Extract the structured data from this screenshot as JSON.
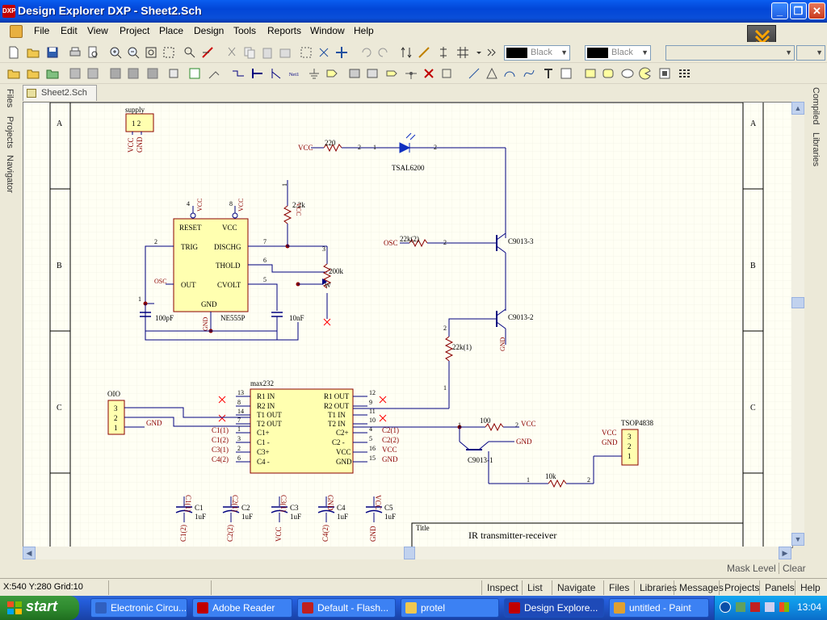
{
  "window": {
    "app_icon_text": "DXP",
    "title": "Design Explorer DXP - Sheet2.Sch",
    "minimize": "_",
    "maximize": "❐",
    "close": "✕"
  },
  "menu": {
    "items": [
      "File",
      "Edit",
      "View",
      "Project",
      "Place",
      "Design",
      "Tools",
      "Reports",
      "Window",
      "Help"
    ]
  },
  "toolbar": {
    "color1_label": "Black",
    "color2_label": "Black"
  },
  "left_panels": [
    "Files",
    "Projects",
    "Navigator"
  ],
  "right_panels": [
    "Compiled",
    "Libraries"
  ],
  "document_tab": "Sheet2.Sch",
  "schematic": {
    "zones_rows": [
      "A",
      "B",
      "C"
    ],
    "supply": {
      "name": "supply",
      "pins": "1 2",
      "net1": "VCC",
      "net2": "GND"
    },
    "led": {
      "res_value": "220",
      "net": "VCC",
      "part": "TSAL6200",
      "pin_a": "2",
      "pin_b": "1",
      "pin_c": "2"
    },
    "timer": {
      "part": "NE555P",
      "pins_left": [
        "RESET",
        "TRIG",
        "OUT"
      ],
      "pins_right": [
        "VCC",
        "DISCHG",
        "THOLD",
        "CVOLT"
      ],
      "pin_bottom": "GND",
      "osc_net": "OSC",
      "pin_nums": {
        "reset": "4",
        "vcc": "8",
        "trig": "2",
        "dischg": "7",
        "thold": "6",
        "cvolt": "5",
        "gnd": "1",
        "osc": "3"
      },
      "nets_top": [
        "VCC",
        "VCC",
        "VCC"
      ],
      "cap1": "100pF",
      "cap2": "10nF",
      "r1": "2.2k",
      "pot": "200k",
      "pot_wiper": "W",
      "gnd_label": "GND"
    },
    "q1": {
      "part": "C9013-3",
      "res": "22k(2)",
      "net": "OSC",
      "pin": "2"
    },
    "q2": {
      "part": "C9013-2",
      "res": "22k(1)",
      "gnd": "GND",
      "pin1": "1",
      "pin2": "2"
    },
    "max232": {
      "part": "max232",
      "left_pins": [
        "R1 IN",
        "R2 IN",
        "T1 OUT",
        "T2 OUT",
        "C1+",
        "C1 -",
        "C3+",
        "C4 -"
      ],
      "left_nums": [
        "13",
        "8",
        "14",
        "7",
        "1",
        "3",
        "2",
        "6"
      ],
      "left_nets": [
        "C1(1)",
        "C1(2)",
        "C3(1)",
        "C4(2)"
      ],
      "right_pins": [
        "R1 OUT",
        "R2 OUT",
        "T1 IN",
        "T2 IN",
        "C2+",
        "C2 -",
        "VCC",
        "GND"
      ],
      "right_nums": [
        "12",
        "9",
        "11",
        "10",
        "4",
        "5",
        "16",
        "15"
      ],
      "right_nets": [
        "C2(1)",
        "C2(2)",
        "VCC",
        "GND"
      ]
    },
    "oio": {
      "name": "OIO",
      "pins": [
        "3",
        "2",
        "1"
      ],
      "net": "GND"
    },
    "q3": {
      "part": "C9013-1",
      "res": "100",
      "res_pin": "2",
      "net_vcc": "VCC",
      "net_gnd": "GND",
      "pin1": "1"
    },
    "r10k": {
      "value": "10k",
      "pin1": "1",
      "pin2": "2"
    },
    "tsop": {
      "part": "TSOP4838",
      "nets": [
        "VCC",
        "GND"
      ],
      "pins": [
        "3",
        "2",
        "1"
      ]
    },
    "caps": [
      {
        "name": "C1",
        "value": "1uF",
        "top": "C1(1)",
        "bottom": "C1(2)"
      },
      {
        "name": "C2",
        "value": "1uF",
        "top": "C2(1)",
        "bottom": "C2(2)"
      },
      {
        "name": "C3",
        "value": "1uF",
        "top": "C3(1)",
        "bottom": "VCC"
      },
      {
        "name": "C4",
        "value": "1uF",
        "top": "GND",
        "bottom": "C4(2)"
      },
      {
        "name": "C5",
        "value": "1uF",
        "top": "VCC",
        "bottom": "GND"
      }
    ],
    "title_block": {
      "label": "Title",
      "value": "IR transmitter-receiver"
    }
  },
  "bottom_panel_controls": [
    "Mask Level",
    "Clear"
  ],
  "status": {
    "coords": "X:540 Y:280   Grid:10",
    "buttons": [
      "Inspect",
      "List",
      "Navigate",
      "Files",
      "Libraries",
      "Messages",
      "Projects",
      "Panels",
      "Help"
    ]
  },
  "taskbar": {
    "start": "start",
    "tasks": [
      "Electronic Circu...",
      "Adobe Reader",
      "Default - Flash...",
      "protel",
      "Design Explore...",
      "untitled - Paint"
    ],
    "clock": "13:04"
  },
  "colors": {
    "wire": "#000080",
    "component_fill": "#FFFFB0",
    "component_border": "#8B0000",
    "net_label": "#8B0000",
    "junction": "#8B0000",
    "no_erc": "#FF0000"
  }
}
